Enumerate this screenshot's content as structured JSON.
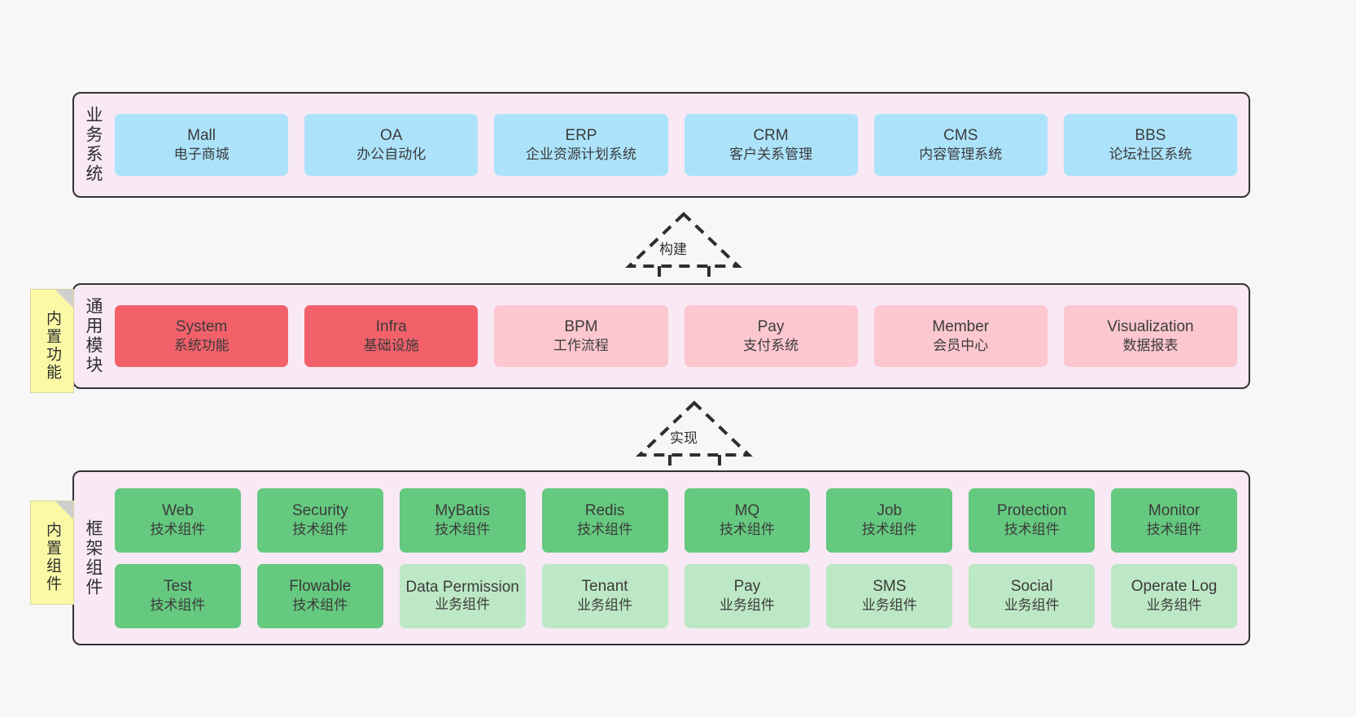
{
  "diagram": {
    "background_color": "#f7f7f7",
    "layer_fill": "#f8e9f4",
    "layer_border": "#333333"
  },
  "layers": [
    {
      "id": "business-system",
      "label": "业务系统",
      "rows": [
        {
          "nodes": [
            {
              "en": "Mall",
              "cn": "电子商城",
              "style": "n-blue"
            },
            {
              "en": "OA",
              "cn": "办公自动化",
              "style": "n-blue"
            },
            {
              "en": "ERP",
              "cn": "企业资源计划系统",
              "style": "n-blue"
            },
            {
              "en": "CRM",
              "cn": "客户关系管理",
              "style": "n-blue"
            },
            {
              "en": "CMS",
              "cn": "内容管理系统",
              "style": "n-blue"
            },
            {
              "en": "BBS",
              "cn": "论坛社区系统",
              "style": "n-blue"
            }
          ]
        }
      ]
    },
    {
      "id": "common-module",
      "label": "通用模块",
      "rows": [
        {
          "nodes": [
            {
              "en": "System",
              "cn": "系统功能",
              "style": "n-red"
            },
            {
              "en": "Infra",
              "cn": "基础设施",
              "style": "n-red"
            },
            {
              "en": "BPM",
              "cn": "工作流程",
              "style": "n-pink"
            },
            {
              "en": "Pay",
              "cn": "支付系统",
              "style": "n-pink"
            },
            {
              "en": "Member",
              "cn": "会员中心",
              "style": "n-pink"
            },
            {
              "en": "Visualization",
              "cn": "数据报表",
              "style": "n-pink"
            }
          ]
        }
      ]
    },
    {
      "id": "framework-component",
      "label": "框架组件",
      "rows": [
        {
          "nodes": [
            {
              "en": "Web",
              "cn": "技术组件",
              "style": "n-green"
            },
            {
              "en": "Security",
              "cn": "技术组件",
              "style": "n-green"
            },
            {
              "en": "MyBatis",
              "cn": "技术组件",
              "style": "n-green"
            },
            {
              "en": "Redis",
              "cn": "技术组件",
              "style": "n-green"
            },
            {
              "en": "MQ",
              "cn": "技术组件",
              "style": "n-green"
            },
            {
              "en": "Job",
              "cn": "技术组件",
              "style": "n-green"
            },
            {
              "en": "Protection",
              "cn": "技术组件",
              "style": "n-green"
            },
            {
              "en": "Monitor",
              "cn": "技术组件",
              "style": "n-green"
            }
          ]
        },
        {
          "nodes": [
            {
              "en": "Test",
              "cn": "技术组件",
              "style": "n-green"
            },
            {
              "en": "Flowable",
              "cn": "技术组件",
              "style": "n-green"
            },
            {
              "en": "Data Permission",
              "cn": "业务组件",
              "style": "n-green-lite"
            },
            {
              "en": "Tenant",
              "cn": "业务组件",
              "style": "n-green-lite"
            },
            {
              "en": "Pay",
              "cn": "业务组件",
              "style": "n-green-lite"
            },
            {
              "en": "SMS",
              "cn": "业务组件",
              "style": "n-green-lite"
            },
            {
              "en": "Social",
              "cn": "业务组件",
              "style": "n-green-lite"
            },
            {
              "en": "Operate Log",
              "cn": "业务组件",
              "style": "n-green-lite"
            }
          ]
        }
      ]
    }
  ],
  "notes": [
    {
      "id": "builtin-feature",
      "label": "内置功能"
    },
    {
      "id": "builtin-component",
      "label": "内置组件"
    }
  ],
  "arrows": [
    {
      "id": "build-arrow",
      "label": "构建"
    },
    {
      "id": "implement-arrow",
      "label": "实现"
    }
  ],
  "colors": {
    "blue": "#ace3fb",
    "red": "#f2616a",
    "pink": "#fcc7cf",
    "green": "#65c97f",
    "green_light": "#bde8c5",
    "note_yellow": "#fbf9a6",
    "layer_fill": "#f8e9f4"
  }
}
